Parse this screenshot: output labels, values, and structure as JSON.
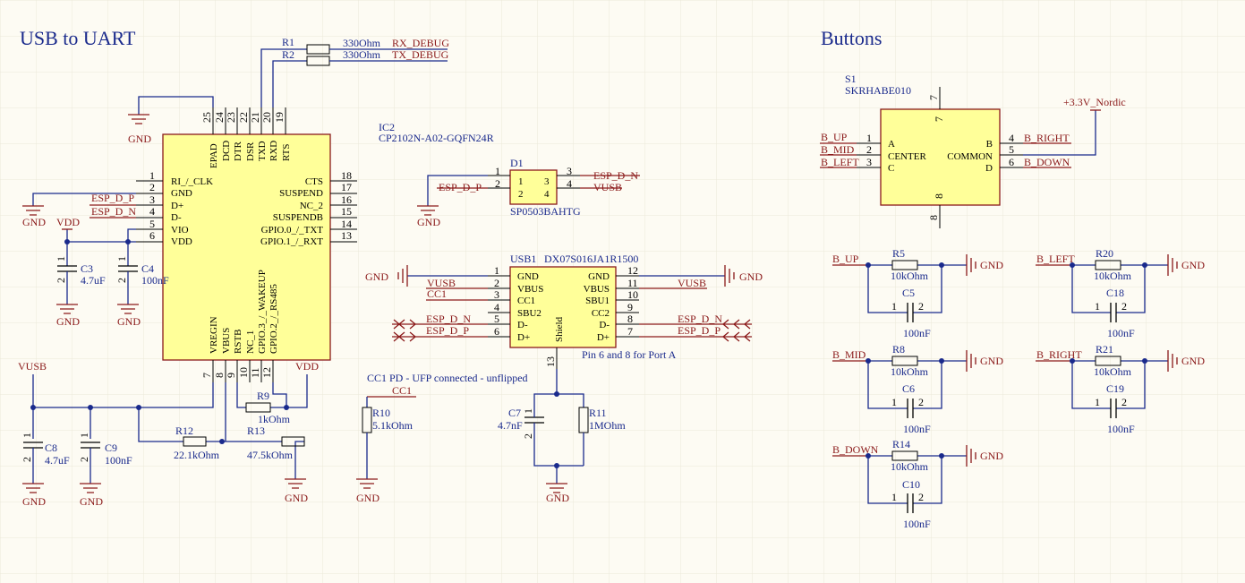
{
  "sections": {
    "usb_uart": "USB to UART",
    "buttons": "Buttons"
  },
  "ic2": {
    "ref": "IC2",
    "part": "CP2102N-A02-GQFN24R",
    "left_pins": [
      {
        "num": "1",
        "name": "RI_/_CLK"
      },
      {
        "num": "2",
        "name": "GND"
      },
      {
        "num": "3",
        "name": "D+"
      },
      {
        "num": "4",
        "name": "D-"
      },
      {
        "num": "5",
        "name": "VIO"
      },
      {
        "num": "6",
        "name": "VDD"
      }
    ],
    "right_pins": [
      {
        "num": "18",
        "name": "CTS"
      },
      {
        "num": "17",
        "name": "SUSPEND"
      },
      {
        "num": "16",
        "name": "NC_2"
      },
      {
        "num": "15",
        "name": "SUSPENDB"
      },
      {
        "num": "14",
        "name": "GPIO.0_/_TXT"
      },
      {
        "num": "13",
        "name": "GPIO.1_/_RXT"
      }
    ],
    "top_pins": [
      {
        "num": "25",
        "name": "EPAD"
      },
      {
        "num": "24",
        "name": "DCD"
      },
      {
        "num": "23",
        "name": "DTR"
      },
      {
        "num": "22",
        "name": "DSR"
      },
      {
        "num": "21",
        "name": "TXD"
      },
      {
        "num": "20",
        "name": "RXD"
      },
      {
        "num": "19",
        "name": "RTS"
      }
    ],
    "bottom_pins": [
      {
        "num": "7",
        "name": "VREGIN"
      },
      {
        "num": "8",
        "name": "VBUS"
      },
      {
        "num": "9",
        "name": "RSTB"
      },
      {
        "num": "10",
        "name": "NC_1"
      },
      {
        "num": "11",
        "name": "GPIO.3_/_WAKEUP"
      },
      {
        "num": "12",
        "name": "GPIO.2_/_RS485"
      }
    ]
  },
  "r1": {
    "ref": "R1",
    "value": "330Ohm",
    "net": "RX_DEBUG"
  },
  "r2": {
    "ref": "R2",
    "value": "330Ohm",
    "net": "TX_DEBUG"
  },
  "d1": {
    "ref": "D1",
    "part": "SP0503BAHTG",
    "pins": [
      "1",
      "2",
      "3",
      "4"
    ],
    "net_left": "ESP_D_P",
    "net_right_top": "ESP_D_N",
    "net_right_bottom": "VUSB"
  },
  "usb1": {
    "ref": "USB1",
    "part": "DX07S016JA1R1500",
    "shield": "Shield",
    "note": "Pin 6 and 8 for Port A",
    "shield_pin": "13",
    "left_pins": [
      {
        "num": "1",
        "name": "GND"
      },
      {
        "num": "2",
        "name": "VBUS"
      },
      {
        "num": "3",
        "name": "CC1"
      },
      {
        "num": "4",
        "name": "SBU2"
      },
      {
        "num": "5",
        "name": "D-"
      },
      {
        "num": "6",
        "name": "D+"
      }
    ],
    "right_pins": [
      {
        "num": "12",
        "name": "GND"
      },
      {
        "num": "11",
        "name": "VBUS"
      },
      {
        "num": "10",
        "name": "SBU1"
      },
      {
        "num": "9",
        "name": "CC2"
      },
      {
        "num": "8",
        "name": "D-"
      },
      {
        "num": "7",
        "name": "D+"
      }
    ],
    "nets_left": [
      "GND",
      "VUSB",
      "CC1",
      "",
      "ESP_D_N",
      "ESP_D_P"
    ],
    "nets_right": [
      "GND",
      "VUSB",
      "",
      "",
      "ESP_D_N",
      "ESP_D_P"
    ]
  },
  "nets": {
    "gnd": "GND",
    "vdd": "VDD",
    "vusb": "VUSB",
    "esp_d_p": "ESP_D_P",
    "esp_d_n": "ESP_D_N",
    "cc1": "CC1",
    "v33": "+3.3V_Nordic"
  },
  "c3": {
    "ref": "C3",
    "value": "4.7uF"
  },
  "c4": {
    "ref": "C4",
    "value": "100nF"
  },
  "c8": {
    "ref": "C8",
    "value": "4.7uF"
  },
  "c9": {
    "ref": "C9",
    "value": "100nF"
  },
  "r9": {
    "ref": "R9",
    "value": "1kOhm"
  },
  "r12": {
    "ref": "R12",
    "value": "22.1kOhm"
  },
  "r13": {
    "ref": "R13",
    "value": "47.5kOhm"
  },
  "cc1_note": "CC1 PD - UFP connected - unflipped",
  "r10": {
    "ref": "R10",
    "value": "5.1kOhm"
  },
  "c7": {
    "ref": "C7",
    "value": "4.7nF"
  },
  "r11": {
    "ref": "R11",
    "value": "1MOhm"
  },
  "s1": {
    "ref": "S1",
    "part": "SKRHABE010",
    "left_pins": [
      {
        "num": "1",
        "name": "A",
        "net": "B_UP"
      },
      {
        "num": "2",
        "name": "CENTER",
        "net": "B_MID"
      },
      {
        "num": "3",
        "name": "C",
        "net": "B_LEFT"
      }
    ],
    "right_pins": [
      {
        "num": "4",
        "name": "B",
        "net": "B_RIGHT"
      },
      {
        "num": "5",
        "name": "COMMON",
        "net": ""
      },
      {
        "num": "6",
        "name": "D",
        "net": "B_DOWN"
      }
    ],
    "top_pin": "7",
    "bottom_pin": "8"
  },
  "button_filters": [
    {
      "net": "B_UP",
      "r_ref": "R5",
      "r_value": "10kOhm",
      "c_ref": "C5",
      "c_value": "100nF"
    },
    {
      "net": "B_MID",
      "r_ref": "R8",
      "r_value": "10kOhm",
      "c_ref": "C6",
      "c_value": "100nF"
    },
    {
      "net": "B_DOWN",
      "r_ref": "R14",
      "r_value": "10kOhm",
      "c_ref": "C10",
      "c_value": "100nF"
    },
    {
      "net": "B_LEFT",
      "r_ref": "R20",
      "r_value": "10kOhm",
      "c_ref": "C18",
      "c_value": "100nF"
    },
    {
      "net": "B_RIGHT",
      "r_ref": "R21",
      "r_value": "10kOhm",
      "c_ref": "C19",
      "c_value": "100nF"
    }
  ],
  "cap_pins": [
    "1",
    "2"
  ]
}
